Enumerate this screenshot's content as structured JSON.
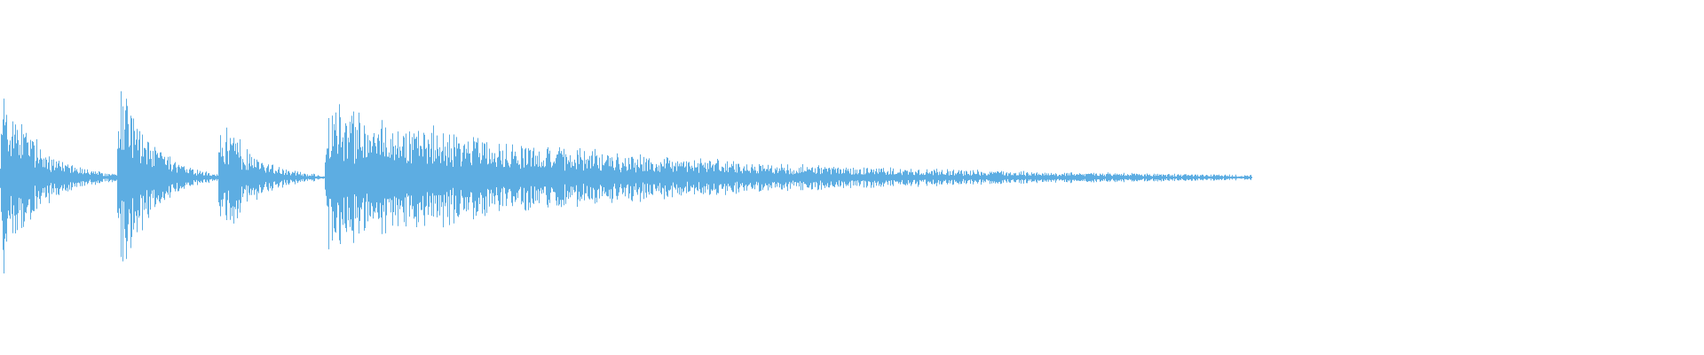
{
  "waveform": {
    "color": "#5DADE2",
    "background": "#ffffff",
    "transients": [
      {
        "amplitude": 0.66,
        "decay": 0.92
      },
      {
        "amplitude": 0.7,
        "decay": 0.9
      },
      {
        "amplitude": 0.42,
        "decay": 0.88
      },
      {
        "amplitude": 0.42,
        "decay": 0.86
      }
    ],
    "tail_amplitude": 0.02
  }
}
